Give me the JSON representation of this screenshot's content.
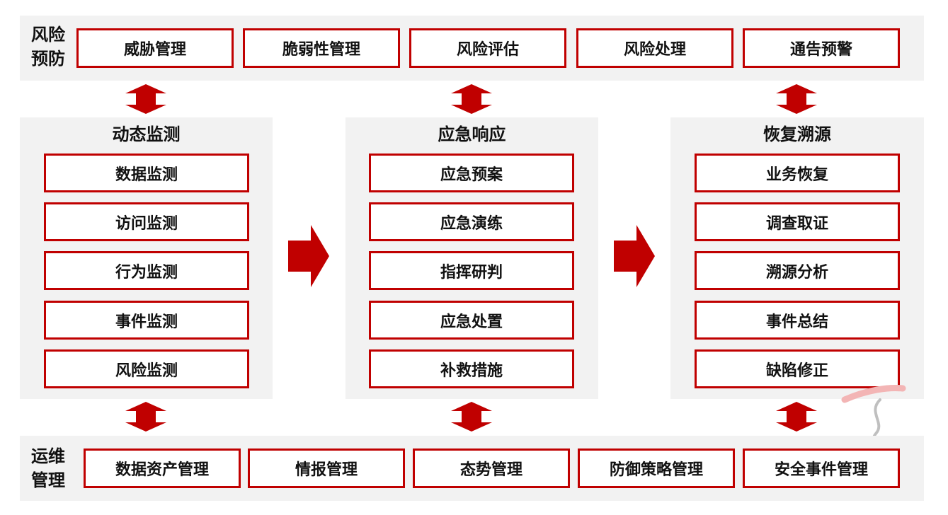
{
  "top_band": {
    "label_lines": [
      "风险",
      "预防"
    ],
    "items": [
      "威胁管理",
      "脆弱性管理",
      "风险评估",
      "风险处理",
      "通告预警"
    ]
  },
  "columns": [
    {
      "title": "动态监测",
      "items": [
        "数据监测",
        "访问监测",
        "行为监测",
        "事件监测",
        "风险监测"
      ]
    },
    {
      "title": "应急响应",
      "items": [
        "应急预案",
        "应急演练",
        "指挥研判",
        "应急处置",
        "补救措施"
      ]
    },
    {
      "title": "恢复溯源",
      "items": [
        "业务恢复",
        "调查取证",
        "溯源分析",
        "事件总结",
        "缺陷修正"
      ]
    }
  ],
  "bottom_band": {
    "label_lines": [
      "运维",
      "管理"
    ],
    "items": [
      "数据资产管理",
      "情报管理",
      "态势管理",
      "防御策略管理",
      "安全事件管理"
    ]
  },
  "colors": {
    "accent": "#c00000",
    "panel_bg": "#f2f2f2"
  }
}
